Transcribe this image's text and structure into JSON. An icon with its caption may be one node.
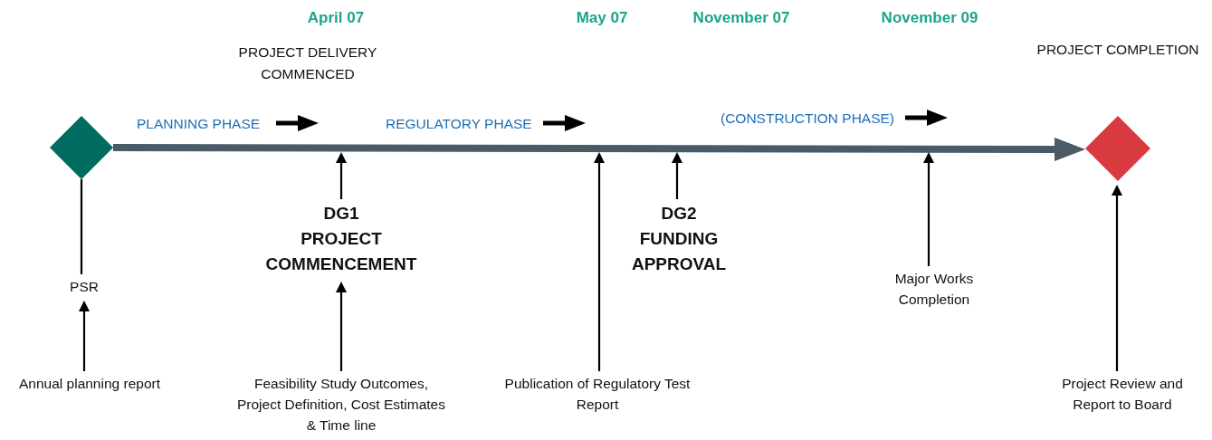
{
  "diagram": {
    "nodes": [
      {
        "text": [],
        "shape": "diamond"
      },
      {
        "text": [
          "PSR"
        ]
      },
      {
        "text": [
          "Annual planning report"
        ]
      },
      {
        "text": [
          "DG1",
          "PROJECT COMMENCEMENT"
        ]
      },
      {
        "text": [
          "Feasibility Study Outcomes, Project Definition, Cost Estimates & Time line"
        ]
      },
      {
        "text": [
          "Publication of Regulatory Test Report"
        ]
      },
      {
        "text": [
          "DG2",
          "FUNDING APPROVAL"
        ]
      },
      {
        "text": [
          "Major Works Completion"
        ]
      },
      {
        "text": [
          "Project Review and Report to Board"
        ]
      },
      {
        "text": [
          "PROJECT COMPLETION"
        ]
      }
    ],
    "edges": [
      {
        "from": 0,
        "to": 9,
        "arrow": "to",
        "style": "thick",
        "color": "#4a5a66"
      },
      {
        "from": 0,
        "to": 1,
        "arrow": "none"
      },
      {
        "from": 2,
        "to": 1,
        "arrow": "to"
      },
      {
        "from": 3,
        "to": null,
        "arrow": "to"
      },
      {
        "from": 4,
        "to": 3,
        "arrow": "to"
      },
      {
        "from": 5,
        "to": null,
        "arrow": "to"
      },
      {
        "from": 6,
        "to": null,
        "arrow": "to"
      },
      {
        "from": 7,
        "to": null,
        "arrow": "to"
      },
      {
        "from": 8,
        "to": 9,
        "arrow": "to"
      }
    ],
    "labels": [
      "April 07",
      "May 07",
      "November 07",
      "November 09",
      "PROJECT DELIVERY COMMENCED",
      "PLANNING PHASE",
      "REGULATORY PHASE",
      "(CONSTRUCTION PHASE)"
    ]
  }
}
